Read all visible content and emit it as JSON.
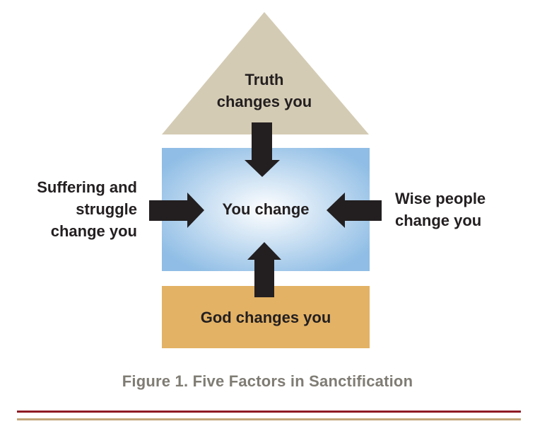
{
  "diagram": {
    "title": "Figure 1. Five Factors in Sanctification",
    "center": {
      "label": "You change"
    },
    "top": {
      "line1": "Truth",
      "line2": "changes you",
      "shape": "triangle",
      "color": "#d4cbb4"
    },
    "bottom": {
      "label": "God changes you",
      "shape": "rectangle",
      "color": "#e3b265"
    },
    "left": {
      "line1": "Suffering and",
      "line2": "struggle",
      "line3": "change you"
    },
    "right": {
      "line1": "Wise people",
      "line2": "change you"
    },
    "center_box": {
      "color_edge": "#8fbde5",
      "color_center": "#ffffff"
    },
    "arrows": [
      {
        "from": "top",
        "to": "center",
        "icon": "arrow-down-icon"
      },
      {
        "from": "left",
        "to": "center",
        "icon": "arrow-right-icon"
      },
      {
        "from": "right",
        "to": "center",
        "icon": "arrow-left-icon"
      },
      {
        "from": "bottom",
        "to": "center",
        "icon": "arrow-up-icon"
      }
    ],
    "arrow_color": "#231f20",
    "rules": {
      "top_color": "#8e1b24",
      "bottom_color": "#c1a679"
    }
  }
}
